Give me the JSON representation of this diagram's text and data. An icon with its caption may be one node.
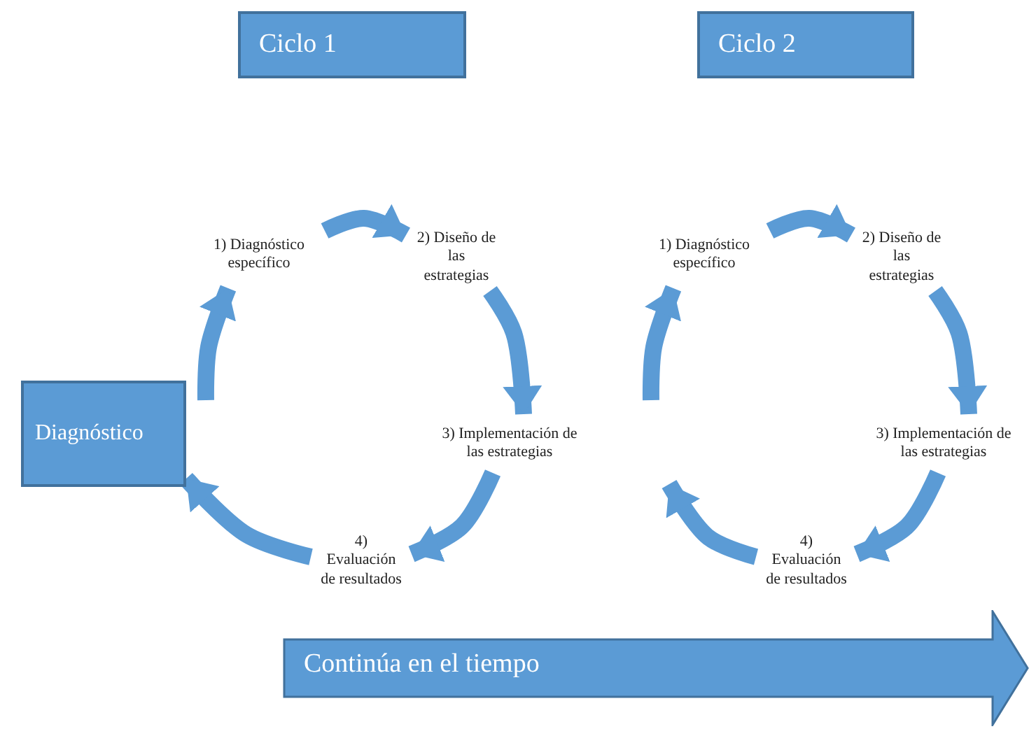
{
  "diagram": {
    "nodes": [
      {
        "text": [
          "Ciclo 1"
        ]
      },
      {
        "text": [
          "Ciclo 2"
        ]
      },
      {
        "text": [
          "Diagnóstico"
        ]
      },
      {
        "text": [
          "1) Diagnóstico específico"
        ]
      },
      {
        "text": [
          "2) Diseño de las estrategias"
        ]
      },
      {
        "text": [
          "3) Implementación de las estrategias"
        ]
      },
      {
        "text": [
          "4) Evaluación de resultados"
        ]
      },
      {
        "text": [
          "1) Diagnóstico específico"
        ]
      },
      {
        "text": [
          "2) Diseño de las estrategias"
        ]
      },
      {
        "text": [
          "3) Implementación de las estrategias"
        ]
      },
      {
        "text": [
          "4) Evaluación de resultados"
        ]
      },
      {
        "text": [
          "Continúa en el tiempo"
        ]
      }
    ],
    "edges": [
      {
        "from": 3,
        "to": 4,
        "arrow": "to"
      },
      {
        "from": 4,
        "to": 5,
        "arrow": "to"
      },
      {
        "from": 5,
        "to": 6,
        "arrow": "to"
      },
      {
        "from": 6,
        "to": 2,
        "arrow": "to"
      },
      {
        "from": null,
        "to": 3,
        "arrow": "to"
      },
      {
        "from": 7,
        "to": 8,
        "arrow": "to"
      },
      {
        "from": 8,
        "to": 9,
        "arrow": "to"
      },
      {
        "from": 9,
        "to": 10,
        "arrow": "to"
      },
      {
        "from": 10,
        "to": null,
        "arrow": "to"
      },
      {
        "from": null,
        "to": 7,
        "arrow": "to"
      }
    ]
  }
}
